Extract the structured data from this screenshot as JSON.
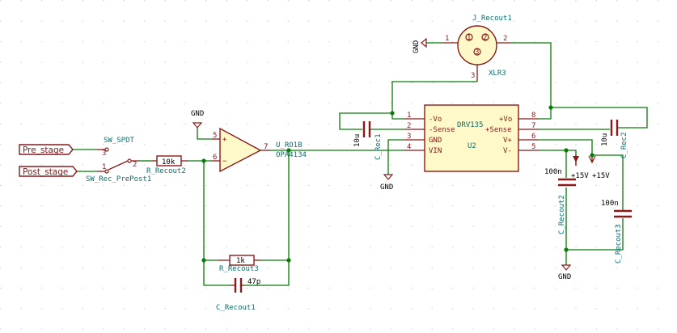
{
  "labels": {
    "pre_stage": "Pre_stage",
    "post_stage": "Post_stage"
  },
  "switch": {
    "name": "SW_SPDT",
    "ref": "SW_Rec_PrePost1",
    "pin1": "1",
    "pin2": "2",
    "pin3": "3"
  },
  "r_recout2": {
    "value": "10k",
    "ref": "R_Recout2"
  },
  "r_recout3": {
    "value": "1k",
    "ref": "R_Recout3"
  },
  "c_recout1": {
    "value": "47p",
    "ref": "C_Recout1"
  },
  "opamp": {
    "ref": "U_RO1B",
    "part": "OPA4134",
    "pin_plus": "+",
    "pin_minus": "−",
    "pin5": "5",
    "pin6": "6",
    "pin7": "7"
  },
  "gnd": "GND",
  "xlr": {
    "ref": "J_Recout1",
    "part": "XLR3",
    "pin1": "1",
    "pin2": "2",
    "pin3": "3"
  },
  "c_rec1": {
    "value": "10u",
    "ref": "C_Rec1"
  },
  "c_rec2": {
    "value": "10u",
    "ref": "C_Rec2"
  },
  "drv": {
    "ref": "U2",
    "part": "DRV135",
    "left_pins": [
      {
        "num": "1",
        "label": "-Vo"
      },
      {
        "num": "2",
        "label": "-Sense"
      },
      {
        "num": "3",
        "label": "GND"
      },
      {
        "num": "4",
        "label": "VIN"
      }
    ],
    "right_pins": [
      {
        "num": "8",
        "label": "+Vo"
      },
      {
        "num": "7",
        "label": "+Sense"
      },
      {
        "num": "6",
        "label": "V+"
      },
      {
        "num": "5",
        "label": "V-"
      }
    ]
  },
  "c_recout2": {
    "value": "100n",
    "ref": "C_Recout2"
  },
  "c_recout3": {
    "value": "100n",
    "ref": "C_Recout3"
  },
  "pwr15a": "+15V",
  "pwr15b": "+15V"
}
